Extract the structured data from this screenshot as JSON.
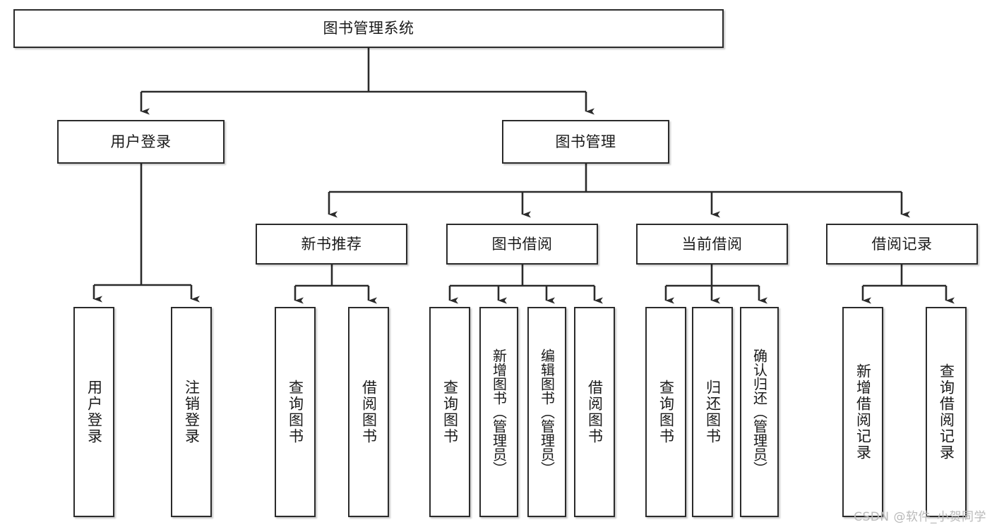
{
  "diagram": {
    "title": "图书管理系统",
    "type": "tree-hierarchy-chart",
    "watermark": "CSDN @软件_小贺同学",
    "colors": {
      "box_border": "#2b2b2b",
      "box_fill": "#ffffff",
      "connector": "#2b2b2b",
      "watermark": "#b9b9b9",
      "background": "#ffffff"
    },
    "root": {
      "label": "图书管理系统"
    },
    "level2": [
      {
        "id": "user-login",
        "label": "用户登录"
      },
      {
        "id": "book-management",
        "label": "图书管理"
      }
    ],
    "level3": [
      {
        "id": "new-book-recommend",
        "label": "新书推荐"
      },
      {
        "id": "book-borrow",
        "label": "图书借阅"
      },
      {
        "id": "current-borrow",
        "label": "当前借阅"
      },
      {
        "id": "borrow-record",
        "label": "借阅记录"
      }
    ],
    "leaves": {
      "user_login": [
        {
          "id": "leaf-user-login",
          "label": "用户登录"
        },
        {
          "id": "leaf-logout-login",
          "label": "注销登录"
        }
      ],
      "new_book_recommend": [
        {
          "id": "leaf-query-book-1",
          "label": "查询图书"
        },
        {
          "id": "leaf-borrow-book-1",
          "label": "借阅图书"
        }
      ],
      "book_borrow": [
        {
          "id": "leaf-query-book-2",
          "label": "查询图书"
        },
        {
          "id": "leaf-add-book-admin",
          "label": "新增图书（管理员）"
        },
        {
          "id": "leaf-edit-book-admin",
          "label": "编辑图书（管理员）"
        },
        {
          "id": "leaf-borrow-book-2",
          "label": "借阅图书"
        }
      ],
      "current_borrow": [
        {
          "id": "leaf-query-book-3",
          "label": "查询图书"
        },
        {
          "id": "leaf-return-book",
          "label": "归还图书"
        },
        {
          "id": "leaf-confirm-return-admin",
          "label": "确认归还（管理员）"
        }
      ],
      "borrow_record": [
        {
          "id": "leaf-add-borrow-record",
          "label": "新增借阅记录"
        },
        {
          "id": "leaf-query-borrow-record",
          "label": "查询借阅记录"
        }
      ]
    }
  }
}
